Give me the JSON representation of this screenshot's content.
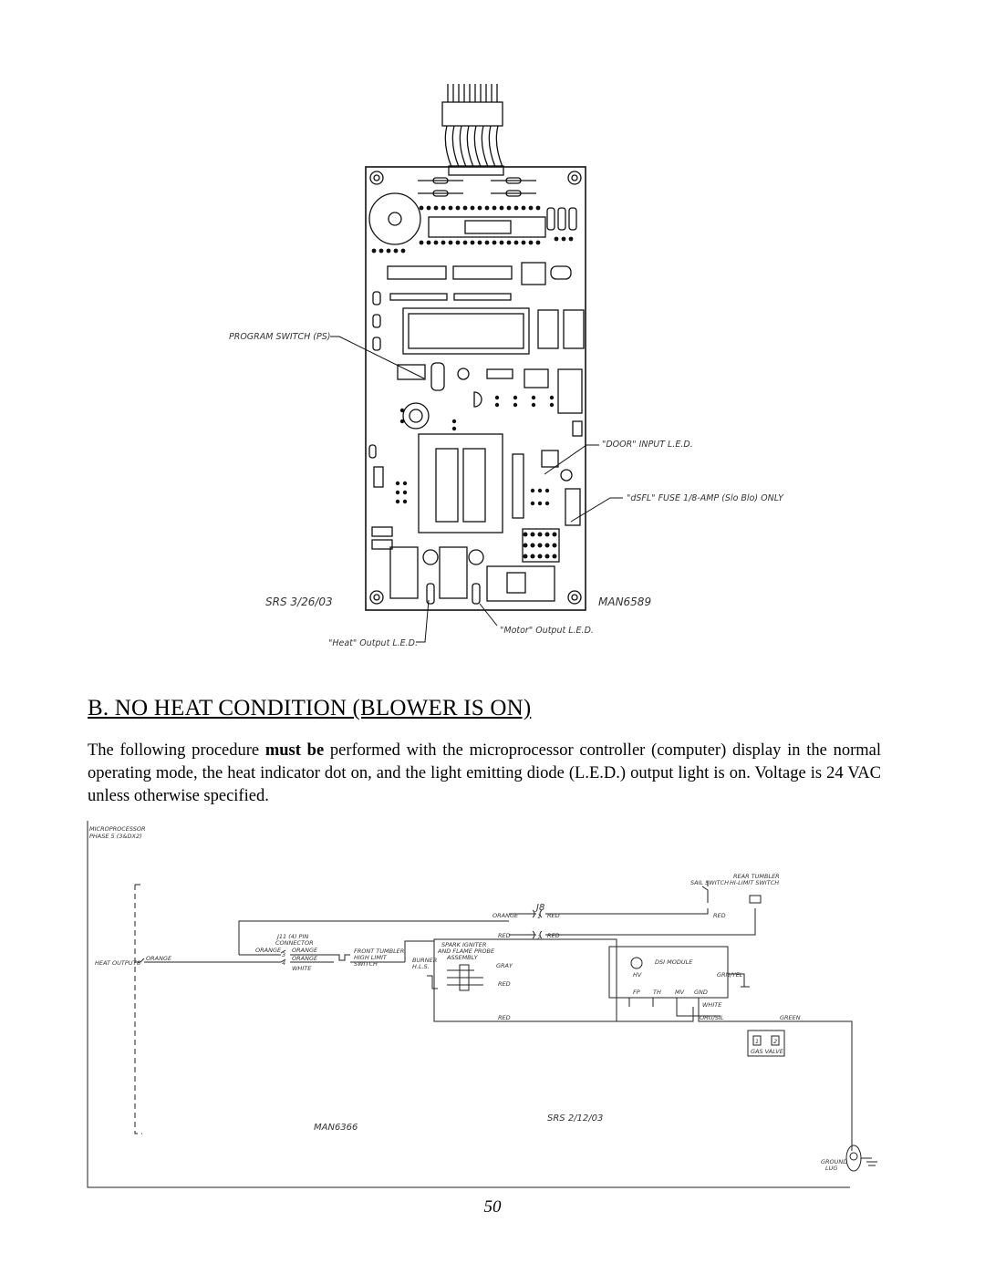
{
  "board_diagram": {
    "labels": {
      "program_switch": "PROGRAM SWITCH (PS)",
      "door_led": "\"DOOR\" INPUT L.E.D.",
      "fuse": "\"dSFL\" FUSE 1/8-AMP (Slo Blo) ONLY",
      "srs_date": "SRS 3/26/03",
      "man_code": "MAN6589",
      "motor_led": "\"Motor\" Output L.E.D.",
      "heat_led": "\"Heat\" Output L.E.D."
    }
  },
  "section": {
    "heading": "B.  NO HEAT CONDITION (BLOWER IS ON)",
    "intro_before": "The following procedure ",
    "intro_bold": "must be",
    "intro_after": " performed with the microprocessor controller (computer) display in the normal operating mode, the heat indicator dot on, and the light emitting diode (L.E.D.) output light is on.  Voltage is 24 VAC unless otherwise specified."
  },
  "wiring_diagram": {
    "labels": {
      "microprocessor": "MICROPROCESSOR",
      "phase": "PHASE 5 (3&DX2)",
      "heat_output": "HEAT OUTPUT",
      "heat_output_pin": "8",
      "j1_connector_1": "J11 (4) PIN",
      "j1_connector_2": "CONNECTOR",
      "pin3": "3",
      "pin4": "4",
      "orange_a": "ORANGE",
      "orange_b": "ORANGE",
      "orange_c": "ORANGE",
      "orange_d": "ORANGE",
      "white_a": "WHITE",
      "hls_1": "FRONT TUMBLER",
      "hls_2": "HIGH LIMIT",
      "hls_3": "SWITCH",
      "burner_1": "BURNER",
      "burner_2": "H.L.S.",
      "spark_1": "SPARK IGNITER",
      "spark_2": "AND FLAME PROBE",
      "spark_3": "ASSEMBLY",
      "j8": "J8",
      "j8_pin1": "1",
      "j8_pin2": "2",
      "orange_j8": "ORANGE",
      "red_j8a": "RED",
      "red_j8b": "RED",
      "red_j8c": "RED",
      "gray": "GRAY",
      "red_spark": "RED",
      "red_bottom": "RED",
      "sail_switch": "SAIL SWITCH",
      "rear_tumbler_1": "REAR TUMBLER",
      "rear_tumbler_2": "HI-LIMIT SWITCH",
      "red_top": "RED",
      "dsi_module": "DSI MODULE",
      "hv": "HV",
      "fp": "FP",
      "th": "TH",
      "mv": "MV",
      "gnd": "GND",
      "grn_yel": "GRN/YEL",
      "white_b": "WHITE",
      "org_sil": "ORG/SIL",
      "green": "GREEN",
      "gas_valve": "GAS VALVE",
      "gv1": "1",
      "gv2": "2",
      "srs_date": "SRS 2/12/03",
      "man_code": "MAN6366",
      "ground_1": "GROUND",
      "ground_2": "LUG"
    }
  },
  "page_number": "50"
}
